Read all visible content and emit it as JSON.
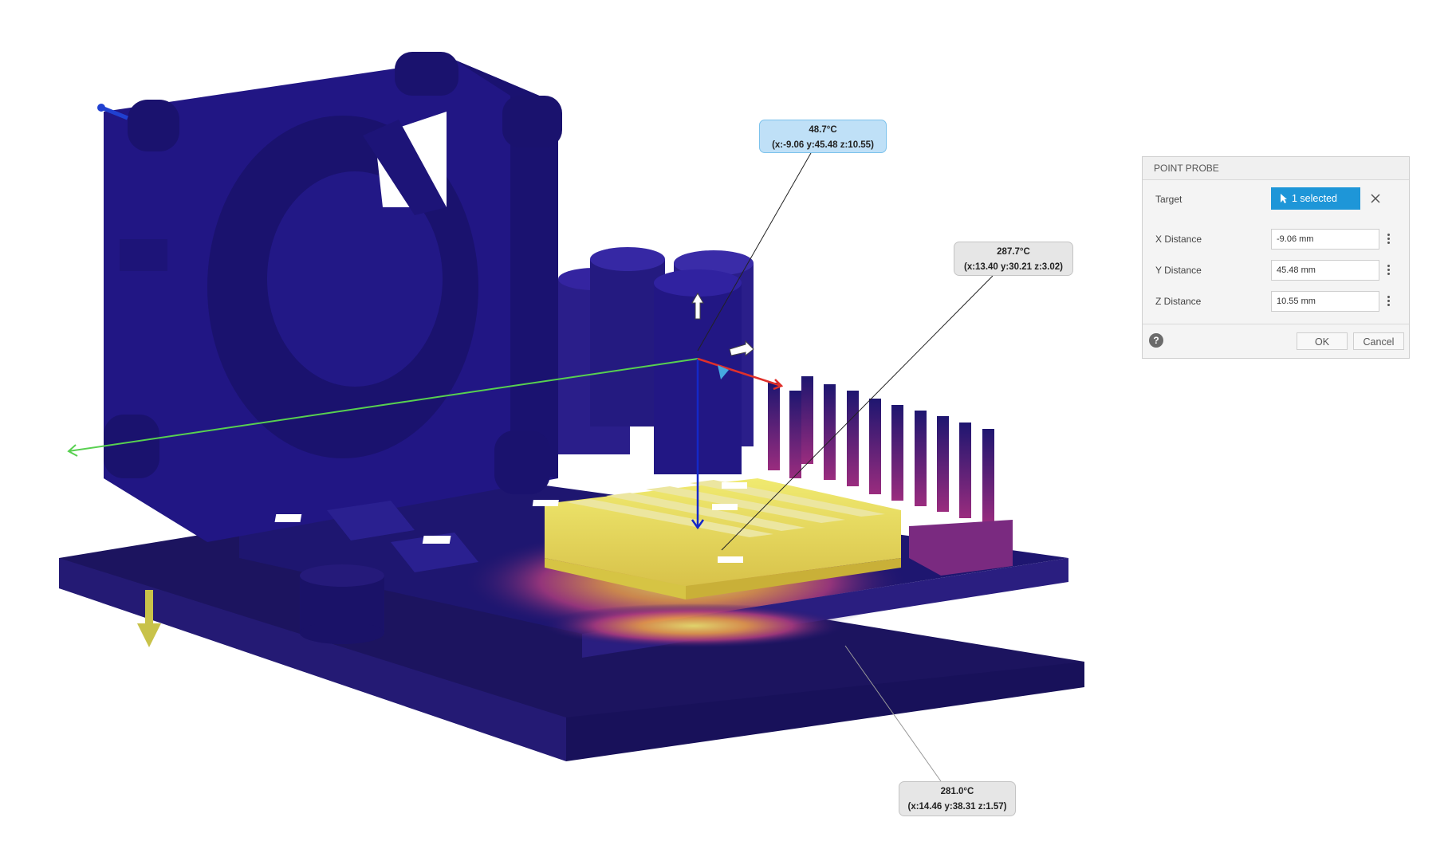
{
  "probes": [
    {
      "temp": "48.7°C",
      "coords": "(x:-9.06 y:45.48 z:10.55)"
    },
    {
      "temp": "287.7°C",
      "coords": "(x:13.40 y:30.21 z:3.02)"
    },
    {
      "temp": "281.0°C",
      "coords": "(x:14.46 y:38.31 z:1.57)"
    }
  ],
  "panel": {
    "title": "POINT PROBE",
    "target_label": "Target",
    "target_value": "1 selected",
    "x_label": "X Distance",
    "x_value": "-9.06 mm",
    "y_label": "Y Distance",
    "y_value": "45.48 mm",
    "z_label": "Z Distance",
    "z_value": "10.55 mm",
    "help": "?",
    "ok": "OK",
    "cancel": "Cancel"
  },
  "colors": {
    "accent": "#1e96d8",
    "model_cold": "#1e1670",
    "model_hot": "#f2ea5a",
    "axis_x": "#e0302a",
    "axis_y": "#58d050",
    "axis_z": "#1428c8"
  }
}
